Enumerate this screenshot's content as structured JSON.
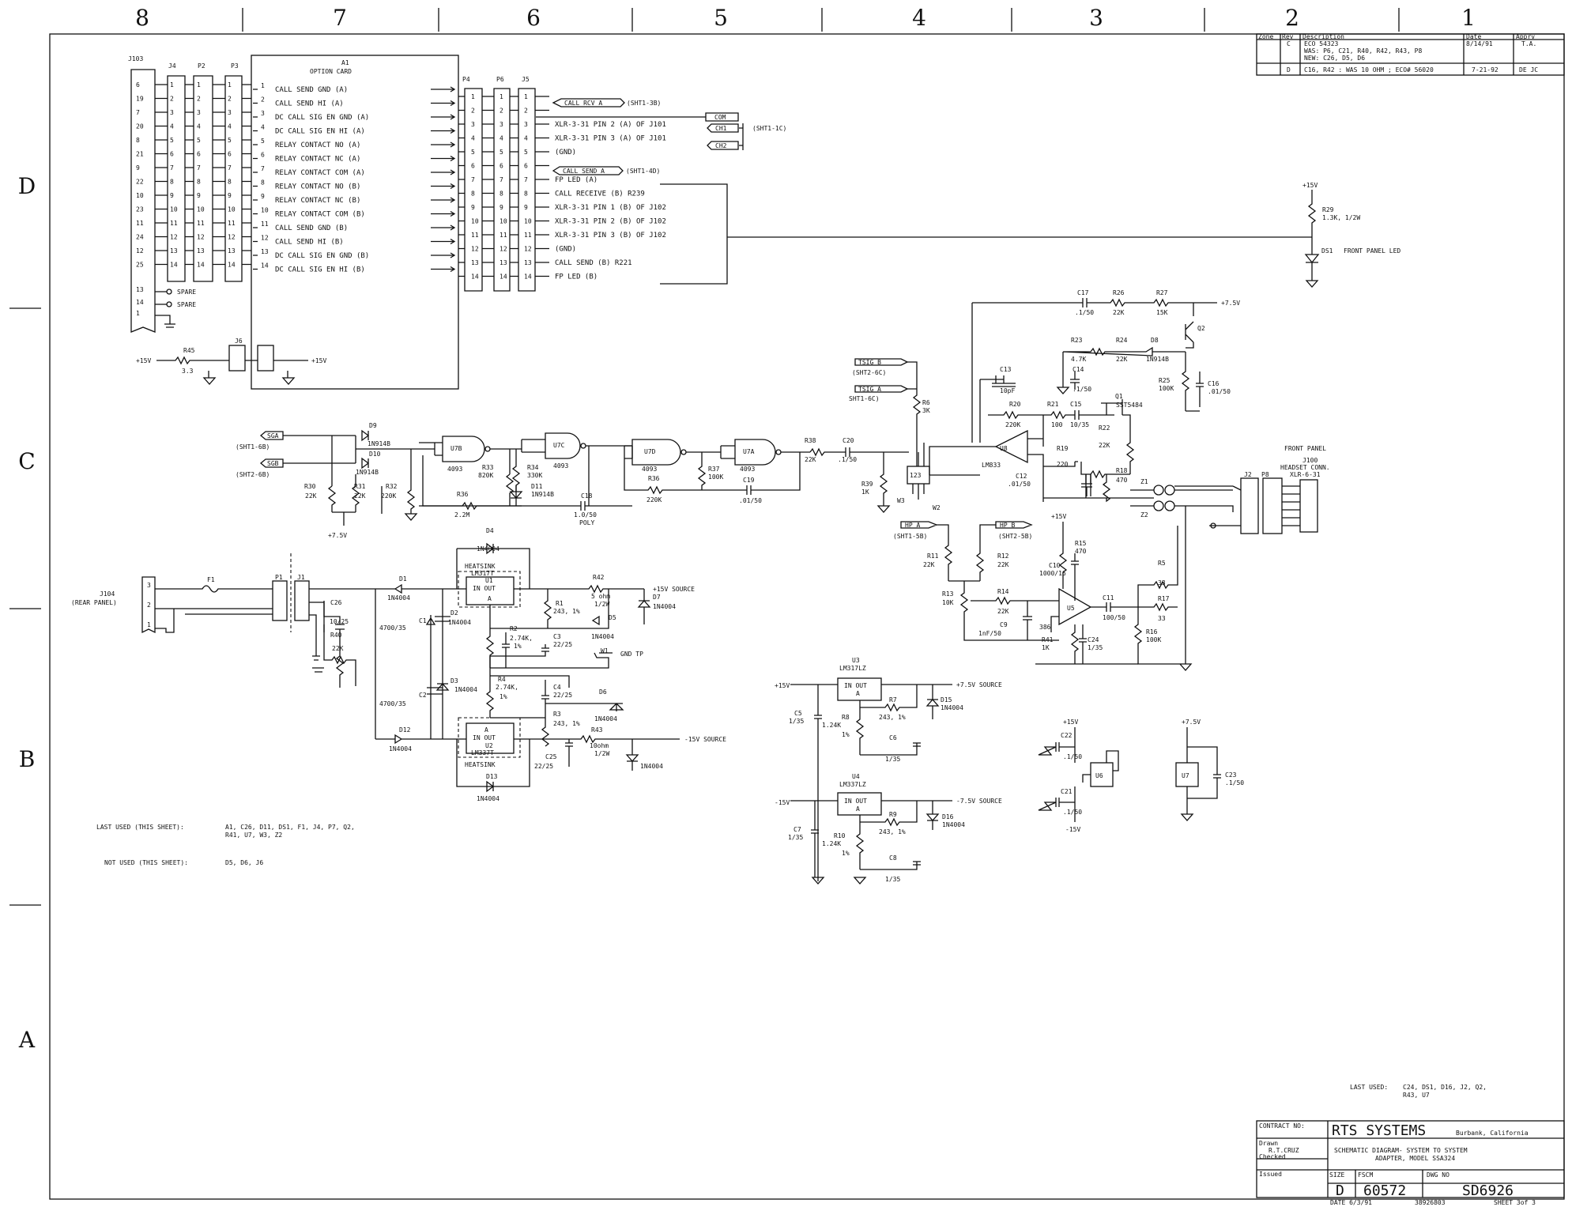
{
  "zones": {
    "columns": [
      "8",
      "7",
      "6",
      "5",
      "4",
      "3",
      "2",
      "1"
    ],
    "rows": [
      "D",
      "C",
      "B",
      "A"
    ]
  },
  "revisions": {
    "headers": [
      "Zone",
      "Rev",
      "Description",
      "Date",
      "Apprv"
    ],
    "rows": [
      {
        "zone": "",
        "rev": "C",
        "desc1": "ECO 54323",
        "desc2": "WAS: P6, C21, R40, R42, R43, P8",
        "desc3": "NEW: C26, D5, D6",
        "date": "8/14/91",
        "apprv": "T.A."
      },
      {
        "zone": "",
        "rev": "D",
        "desc1": "C16, R42 : WAS 10 OHM ; ECO# 56020",
        "desc2": "",
        "desc3": "",
        "date": "7-21-92",
        "apprv": "DE JC"
      }
    ]
  },
  "connectors": {
    "j103": "J103",
    "j4": "J4",
    "p2": "P2",
    "p3": "P3",
    "j103_pins": [
      "6",
      "19",
      "7",
      "20",
      "8",
      "21",
      "9",
      "22",
      "10",
      "23",
      "11",
      "24",
      "12",
      "25",
      "13",
      "14",
      "1"
    ],
    "j4_pins": [
      "1",
      "2",
      "3",
      "4",
      "5",
      "6",
      "7",
      "8",
      "9",
      "10",
      "11",
      "12",
      "13",
      "14"
    ],
    "spare": "SPARE",
    "p4": "P4",
    "p6": "P6",
    "j5": "J5",
    "pins14": [
      "1",
      "2",
      "3",
      "4",
      "5",
      "6",
      "7",
      "8",
      "9",
      "10",
      "11",
      "12",
      "13",
      "14"
    ]
  },
  "option_card": {
    "ref": "A1",
    "title": "OPTION CARD",
    "signals": [
      "CALL SEND GND (A)",
      "CALL SEND HI (A)",
      "DC CALL SIG EN GND (A)",
      "DC CALL SIG EN HI (A)",
      "RELAY CONTACT NO (A)",
      "RELAY CONTACT NC (A)",
      "RELAY CONTACT COM (A)",
      "RELAY CONTACT NO (B)",
      "RELAY CONTACT NC (B)",
      "RELAY CONTACT COM (B)",
      "CALL SEND GND (B)",
      "CALL SEND HI (B)",
      "DC CALL SIG EN GND (B)",
      "DC CALL SIG EN HI (B)"
    ]
  },
  "j5_signals": [
    "CALL RCV A",
    "",
    "XLR-3-31 PIN 2 (A) OF J101",
    "XLR-3-31 PIN 3 (A) OF J101",
    "(GND)",
    "CALL SEND A",
    "FP LED (A)",
    "CALL RECEIVE (B) R239",
    "XLR-3-31 PIN 1 (B) OF J102",
    "XLR-3-31 PIN 2 (B) OF J102",
    "XLR-3-31 PIN 3 (B) OF J102",
    "(GND)",
    "CALL SEND (B) R221",
    "FP LED (B)"
  ],
  "offpage": {
    "call_rcv": "(SHT1-3B)",
    "com": "COM",
    "ch1": "CH1",
    "ch2": "CH2",
    "sht1c": "(SHT1-1C)",
    "call_send": "(SHT1-4D)",
    "sga": "SGA",
    "sgb": "SGB",
    "sga_ref": "(SHT1-6B)",
    "sgb_ref": "(SHT2-6B)",
    "tsig_b": "TSIG B",
    "tsig_b_ref": "(SHT2-6C)",
    "tsig_a": "TSIG A",
    "tsig_a_ref": "SHT1-6C)",
    "hp_a": "HP A",
    "hp_a_ref": "(SHT1-5B)",
    "hp_b": "HP B",
    "hp_b_ref": "(SHT2-5B)"
  },
  "power": {
    "p15": "+15V",
    "m15": "-15V",
    "p75": "+7.5V",
    "m75": "-7.5V",
    "r45": "R45",
    "r45v": "3.3",
    "j6": "J6",
    "p15src": "+15V SOURCE",
    "m15src": "-15V SOURCE",
    "p75src": "+7.5V SOURCE",
    "m75src": "-7.5V SOURCE",
    "rear_panel": "J104",
    "rear_panel2": "(REAR PANEL)",
    "f1": "F1",
    "p1": "P1",
    "j1": "J1",
    "gnd_tp": "GND TP",
    "w1": "W1"
  },
  "components": {
    "d9": "D9",
    "d10": "D10",
    "d11": "D11",
    "in914": "1N914B",
    "in4004": "1N4004",
    "u7b": "U7B",
    "u7c": "U7C",
    "u7d": "U7D",
    "u7a": "U7A",
    "u4093": "4093",
    "r30": "R30",
    "r31": "R31",
    "r32": "R32",
    "r33": "R33",
    "r34": "R34",
    "r36": "R36",
    "r37": "R37",
    "r38": "R38",
    "r39": "R39",
    "r6": "R6",
    "c18": "C18",
    "c19": "C19",
    "c20": "C20",
    "v22k": "22K",
    "v820k": "820K",
    "v330k": "330K",
    "v220k": "220K",
    "v2_2m": "2.2M",
    "v100k": "100K",
    "v1k": "1K",
    "v3k": "3K",
    "c18v": "1.0/50",
    "poly": "POLY",
    "c19v": ".01/50",
    "c20v": ".1/50",
    "w2": "W2",
    "w3": "W3",
    "w123": "123",
    "d1": "D1",
    "d2": "D2",
    "d3": "D3",
    "d4": "D4",
    "d5": "D5",
    "d6": "D6",
    "d7": "D7",
    "d12": "D12",
    "d13": "D13",
    "c1": "C1",
    "c1v": "4700/35",
    "c2": "C2",
    "c2v": "4700/35",
    "c26": "C26",
    "c26v": "10/25",
    "r40": "R40",
    "r40v": "22K",
    "u1": "U1",
    "lm317t": "LM317T",
    "u2": "U2",
    "lm337t": "LM337T",
    "heatsink": "HEATSINK",
    "in_out": "IN OUT",
    "adj": "A",
    "r1": "R1",
    "r1v": "243, 1%",
    "r2": "R2",
    "r2v": "2.74K,",
    "r3": "R3",
    "r3v": "243, 1%",
    "r4": "R4",
    "r4v": "2.74K,",
    "pct1": "1%",
    "r42": "R42",
    "r42v": "5 ohm",
    "r42w": "1/2W",
    "r43": "R43",
    "r43v": "10ohm",
    "r43w": "1/2W",
    "c3": "C3",
    "c3v": "22/25",
    "c4": "C4",
    "c4v": "22/25",
    "c25": "C25",
    "c25v": "22/25",
    "u3": "U3",
    "lm317lz": "LM317LZ",
    "u4": "U4",
    "lm337lz": "LM337LZ",
    "c5": "C5",
    "c5v": "1/35",
    "c6": "C6",
    "c6v": "1/35",
    "c7": "C7",
    "c7v": "1/35",
    "c8": "C8",
    "c8v": "1/35",
    "r7": "R7",
    "r7v": "243, 1%",
    "r8": "R8",
    "r8v": "1.24K",
    "r9": "R9",
    "r9v": "243, 1%",
    "r10": "R10",
    "r10v": "1.24K",
    "d15": "D15",
    "d16": "D16",
    "r29": "R29",
    "r29v": "1.3K, 1/2W",
    "ds1": "DS1",
    "fp_led": "FRONT PANEL LED",
    "c17": "C17",
    "c17v": ".1/50",
    "r26": "R26",
    "r26v": "22K",
    "r27": "R27",
    "r27v": "15K",
    "q2": "Q2",
    "r23": "R23",
    "r23v": "4.7K",
    "r24": "R24",
    "r24v": "22K",
    "d8": "D8",
    "r25": "R25",
    "r25v": "100K",
    "c16": "C16",
    "c16v": ".01/50",
    "c13": "C13",
    "c13v": "10pF",
    "c14": "C14",
    "c14v": ".1/50",
    "r20": "R20",
    "r20v": "220K",
    "r21": "R21",
    "r21v": "100",
    "c15": "C15",
    "c15v": "10/35",
    "q1": "Q1",
    "q1v": "SST5484",
    "r22": "R22",
    "r22v": "22K",
    "u8": "U8",
    "lm833": "LM833",
    "r19": "R19",
    "r19v": "220",
    "r18": "R18",
    "r18v": "470",
    "c12": "C12",
    "c12v": ".01/50",
    "z1": "Z1",
    "z2": "Z2",
    "j2": "J2",
    "p8": "P8",
    "front_panel": "FRONT PANEL",
    "j100": "J100",
    "headset": "HEADSET CONN.",
    "xlr6": "XLR-6-31",
    "r11": "R11",
    "r11v": "22K",
    "r12": "R12",
    "r12v": "22K",
    "r13": "R13",
    "r13v": "10K",
    "r14": "R14",
    "r14v": "22K",
    "c9": "C9",
    "c9v": "1nF/50",
    "c10": "C10",
    "c10v": "1000/16",
    "r15": "R15",
    "r15v": "470",
    "u5": "U5",
    "u5v": "386",
    "c11": "C11",
    "c11v": "100/50",
    "r5": "R5",
    "r5v": "33",
    "r17": "R17",
    "r17v": "33",
    "r16": "R16",
    "r16v": "100K",
    "r41": "R41",
    "r41v": "1K",
    "c24": "C24",
    "c24v": "1/35",
    "c22": "C22",
    "c22v": ".1/50",
    "c21": "C21",
    "c21v": ".1/50",
    "u6": "U6",
    "u7": "U7",
    "c23": "C23",
    "c23v": ".1/50"
  },
  "notes": {
    "last_used_label": "LAST USED (THIS SHEET):",
    "last_used_1": "A1, C26, D11, DS1, F1, J4, P7, Q2,",
    "last_used_2": "R41, U7, W3, Z2",
    "not_used_label": "NOT USED (THIS SHEET):",
    "not_used": "D5, D6, J6",
    "last_used2_label": "LAST USED:",
    "last_used2_1": "C24, DS1, D16, J2, Q2,",
    "last_used2_2": "R43, U7"
  },
  "title_block": {
    "contract_no": "CONTRACT NO:",
    "company": "RTS SYSTEMS",
    "location": "Burbank, California",
    "drawn_label": "Drawn",
    "drawn_by": "R.T.CRUZ",
    "checked": "Checked",
    "issued": "Issued",
    "title1": "SCHEMATIC DIAGRAM- SYSTEM TO SYSTEM",
    "title2": "ADAPTER, MODEL SSA324",
    "size_label": "SIZE",
    "size": "D",
    "fscm_label": "FSCM",
    "fscm": "60572",
    "dwg_label": "DWG NO",
    "dwg": "SD6926",
    "date": "DATE 6/3/91",
    "number": "38926803",
    "sheet": "SHEET 3of 3"
  }
}
